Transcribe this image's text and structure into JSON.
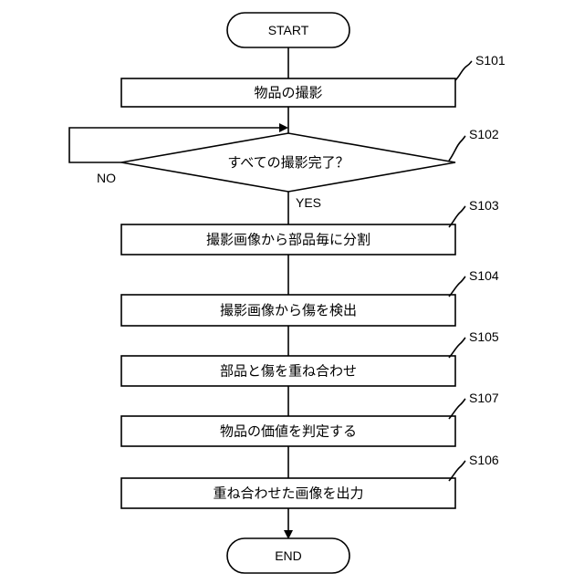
{
  "terminals": {
    "start": "START",
    "end": "END"
  },
  "steps": [
    {
      "id": "S101",
      "text": "物品の撮影"
    },
    {
      "id": "S102",
      "text": "すべての撮影完了？"
    },
    {
      "id": "S103",
      "text": "撮影画像から部品毎に分割"
    },
    {
      "id": "S104",
      "text": "撮影画像から傷を検出"
    },
    {
      "id": "S105",
      "text": "部品と傷を重ね合わせ"
    },
    {
      "id": "S107",
      "text": "物品の価値を判定する"
    },
    {
      "id": "S106",
      "text": "重ね合わせた画像を出力"
    }
  ],
  "branches": {
    "yes": "YES",
    "no": "NO"
  }
}
